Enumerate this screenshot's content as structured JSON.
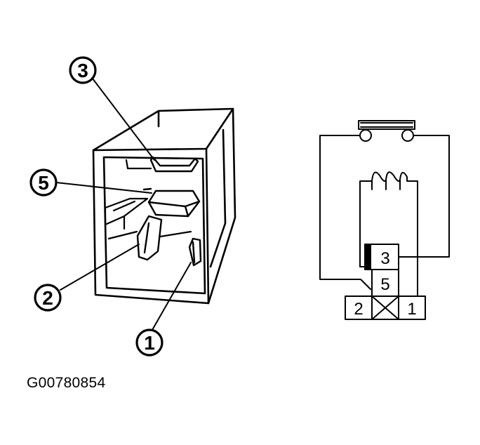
{
  "figure_id": "G00780854",
  "relay_pictorial": {
    "callouts": [
      {
        "id": "terminal-3",
        "label": "3"
      },
      {
        "id": "terminal-5",
        "label": "5"
      },
      {
        "id": "terminal-2",
        "label": "2"
      },
      {
        "id": "terminal-1",
        "label": "1"
      }
    ]
  },
  "schematic": {
    "terminals": {
      "t3": "3",
      "t5": "5",
      "t2": "2",
      "t1": "1"
    }
  }
}
